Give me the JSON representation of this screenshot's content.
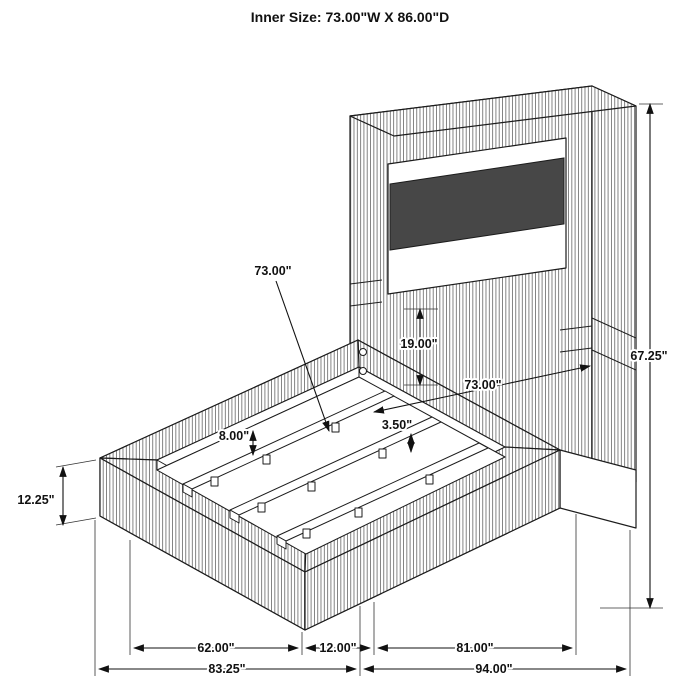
{
  "title": "Inner Size: 73.00\"W X 86.00\"D",
  "diagram_subject": "Isometric dimension drawing of an upholstered channel-tufted panel bed with lighted headboard, platform rails and slat support rails",
  "dimensions": {
    "width_callout": "73.00\"",
    "headboard_panel_height": "19.00\"",
    "overall_height": "67.25\"",
    "inner_width": "73.00\"",
    "slat_rail_width": "3.50\"",
    "slat_rail_gap": "8.00\"",
    "rail_height": "12.25\"",
    "bottom_row1": [
      "62.00\"",
      "12.00\"",
      "81.00\""
    ],
    "bottom_row2": [
      "83.25\"",
      "94.00\""
    ]
  }
}
